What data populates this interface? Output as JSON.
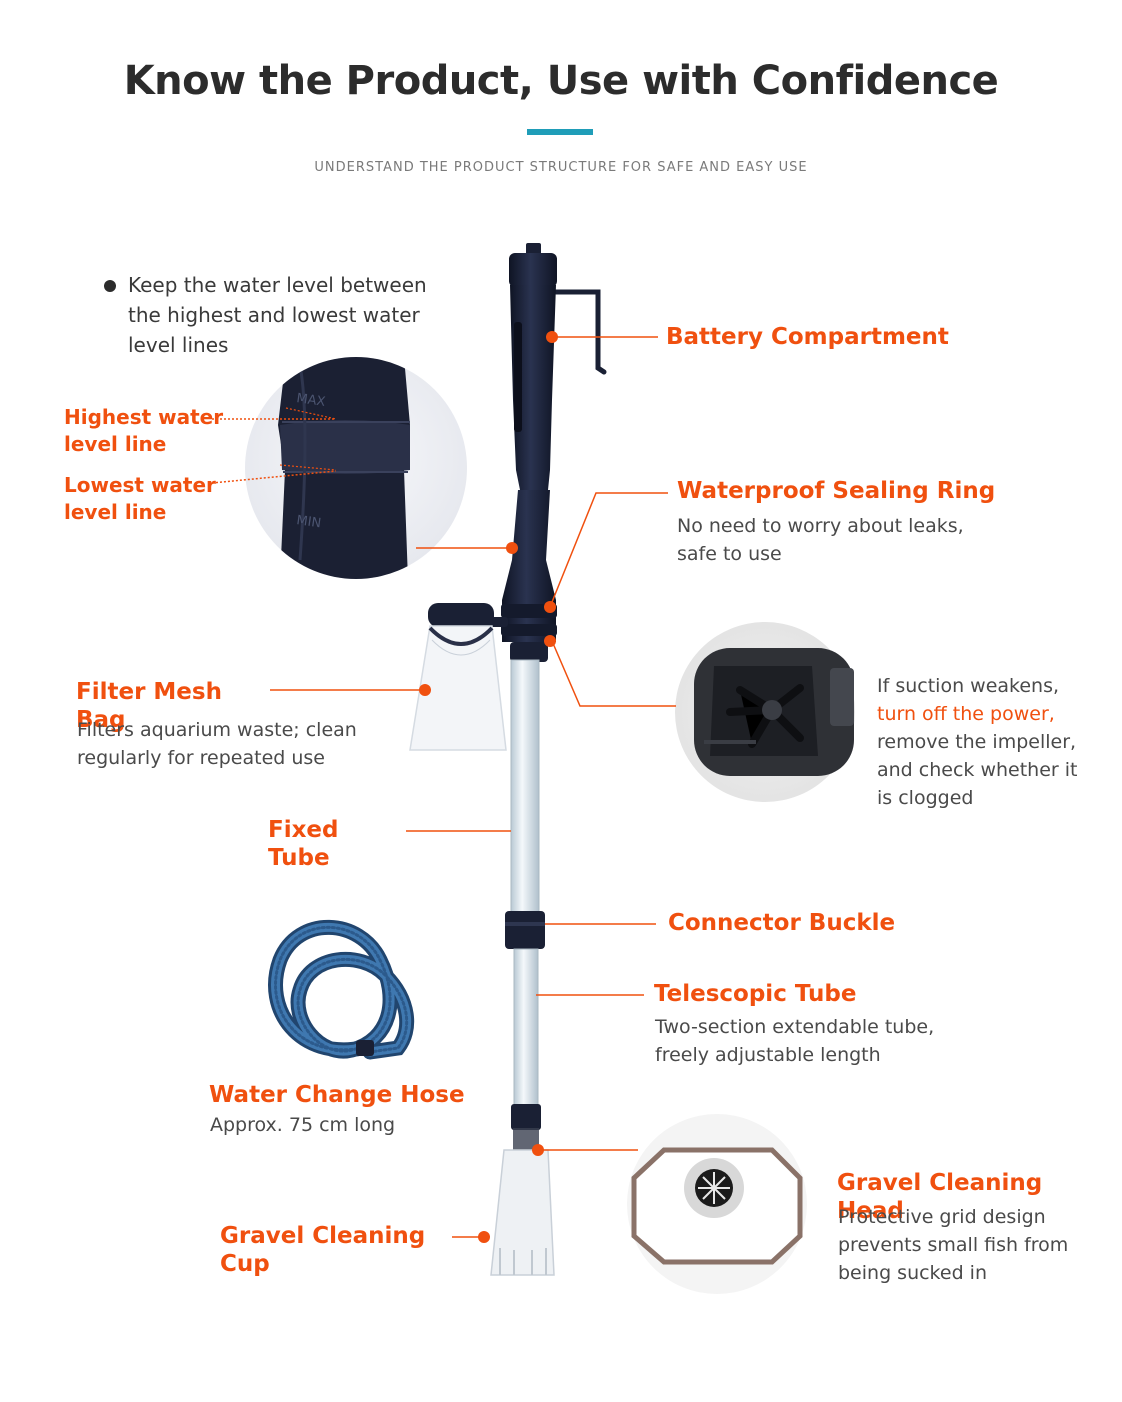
{
  "header": {
    "title": "Know the Product, Use with Confidence",
    "subtitle": "UNDERSTAND THE PRODUCT STRUCTURE FOR SAFE AND EASY USE"
  },
  "water_level": {
    "note": "Keep the water level between the highest and lowest water level lines",
    "highest_label": "Highest water level line",
    "lowest_label": "Lowest water level line",
    "mark_max": "MAX",
    "mark_min": "MIN"
  },
  "parts": {
    "battery": {
      "label": "Battery Compartment"
    },
    "sealing_ring": {
      "label": "Waterproof Sealing Ring",
      "desc": "No need to worry about leaks, safe to use"
    },
    "impeller": {
      "desc_part1": "If suction weakens,",
      "desc_highlight": "turn off the power,",
      "desc_part2": "remove the impeller, and check whether it is clogged"
    },
    "filter_bag": {
      "label": "Filter Mesh Bag",
      "desc": "Filters aquarium waste; clean regularly for repeated use"
    },
    "fixed_tube": {
      "label": "Fixed Tube"
    },
    "connector": {
      "label": "Connector Buckle"
    },
    "telescopic": {
      "label": "Telescopic Tube",
      "desc": "Two-section extendable tube, freely adjustable length"
    },
    "hose": {
      "label": "Water Change Hose",
      "desc": "Approx. 75 cm long"
    },
    "gravel_head": {
      "label": "Gravel Cleaning Head",
      "desc": "Protective grid design prevents small fish from being sucked in"
    },
    "gravel_cup": {
      "label": "Gravel Cleaning Cup"
    }
  },
  "colors": {
    "accent": "#f0500f",
    "brand_bar": "#1f9db8",
    "title": "#2c2c2c",
    "body_text": "#4a4a4a",
    "device_body": "#1c2236",
    "hose": "#2c5a8c"
  }
}
